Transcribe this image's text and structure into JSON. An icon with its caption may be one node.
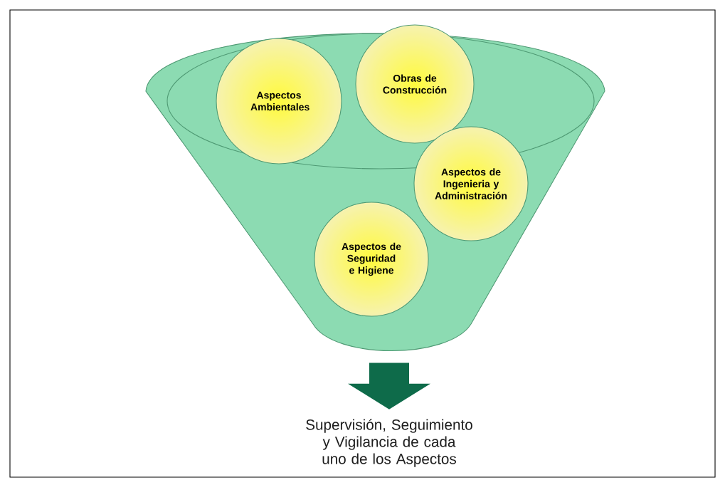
{
  "diagram": {
    "nodes": [
      {
        "text": [],
        "shape": "funnel"
      },
      {
        "text": [
          "Aspectos Ambientales"
        ],
        "in": 0
      },
      {
        "text": [
          "Obras de Construcción"
        ],
        "in": 0
      },
      {
        "text": [
          "Aspectos de Ingenieria y Administración"
        ],
        "in": 0
      },
      {
        "text": [
          "Aspectos de Seguridad e Higiene"
        ],
        "in": 0
      },
      {
        "text": [
          "Supervisión, Seguimiento y Vigilancia de cada uno de los Aspectos"
        ]
      }
    ],
    "edges": [
      {
        "from": 0,
        "to": 5,
        "arrow": "to",
        "style": "thick",
        "color": "#0e6b4a"
      }
    ]
  }
}
